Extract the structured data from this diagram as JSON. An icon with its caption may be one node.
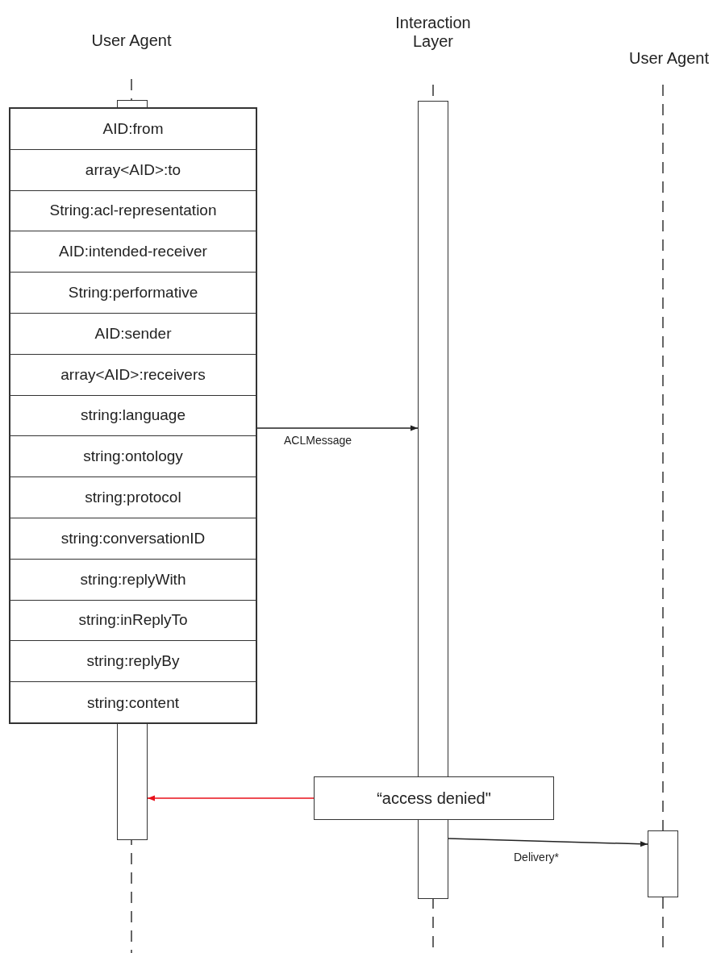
{
  "diagram": {
    "nodes": [
      {
        "text": [
          "User Agent"
        ]
      },
      {
        "text": [
          "Interaction Layer"
        ]
      },
      {
        "text": [
          "User Agent"
        ]
      },
      {
        "text": [],
        "shape": "bar"
      },
      {
        "text": [],
        "shape": "box"
      },
      {
        "text": [
          "AID:from"
        ],
        "in": 4
      },
      {
        "text": [
          "array<AID>:to"
        ],
        "in": 4
      },
      {
        "text": [
          "String:acl-representation"
        ],
        "in": 4
      },
      {
        "text": [
          "AID:intended-receiver"
        ],
        "in": 4
      },
      {
        "text": [
          "String:performative"
        ],
        "in": 4
      },
      {
        "text": [
          "AID:sender"
        ],
        "in": 4
      },
      {
        "text": [
          "array<AID>:receivers"
        ],
        "in": 4
      },
      {
        "text": [
          "string:language"
        ],
        "in": 4
      },
      {
        "text": [
          "string:ontology"
        ],
        "in": 4
      },
      {
        "text": [
          "string:protocol"
        ],
        "in": 4
      },
      {
        "text": [
          "string:conversationID"
        ],
        "in": 4
      },
      {
        "text": [
          "string:replyWith"
        ],
        "in": 4
      },
      {
        "text": [
          "string:inReplyTo"
        ],
        "in": 4
      },
      {
        "text": [
          "string:replyBy"
        ],
        "in": 4
      },
      {
        "text": [
          "string:content"
        ],
        "in": 4
      },
      {
        "text": [],
        "shape": "bar"
      },
      {
        "text": [],
        "shape": "bar"
      },
      {
        "text": [
          "“access denied\""
        ]
      },
      {
        "text": [],
        "shape": "bar"
      }
    ],
    "edges": [
      {
        "from": 12,
        "to": 21,
        "arrow": "to",
        "label": "ACLMessage"
      },
      {
        "from": 22,
        "to": 20,
        "arrow": "to",
        "color": "#e8101a"
      },
      {
        "from": 21,
        "to": 23,
        "arrow": "to",
        "label": "Delivery*"
      }
    ]
  }
}
